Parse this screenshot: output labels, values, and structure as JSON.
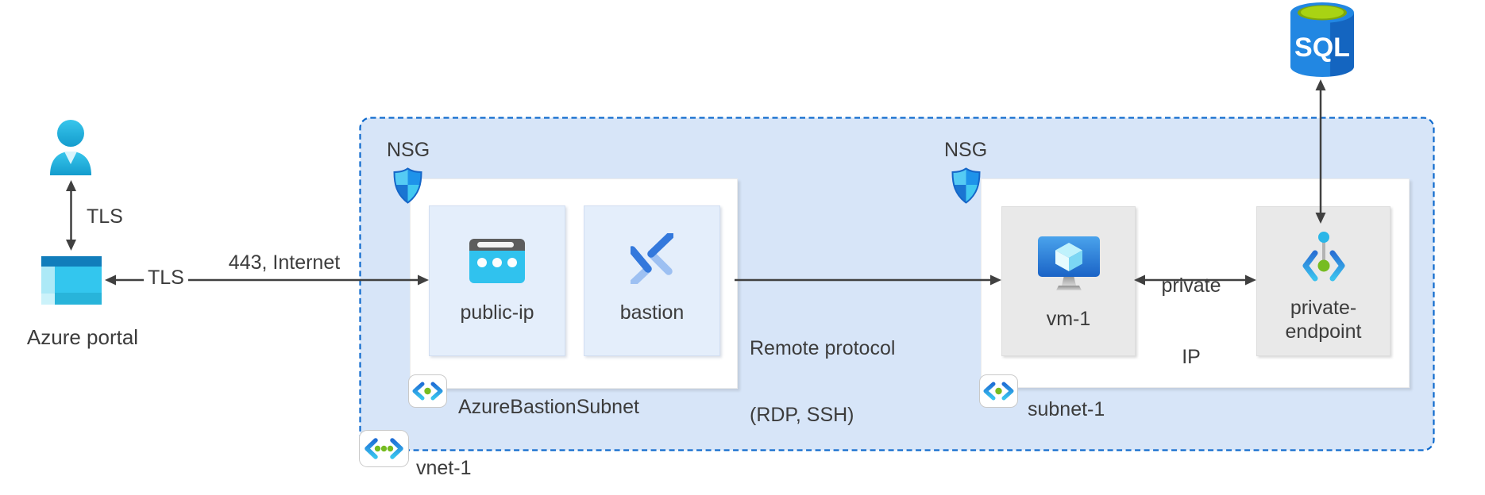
{
  "labels": {
    "azure_portal": "Azure portal",
    "tls_user_portal": "TLS",
    "tls_internet": "TLS",
    "internet_port": "443, Internet",
    "nsg_bastion": "NSG",
    "nsg_subnet1": "NSG",
    "public_ip": "public-ip",
    "bastion": "bastion",
    "azure_bastion_subnet": "AzureBastionSubnet",
    "remote_protocol_line1": "Remote protocol",
    "remote_protocol_line2": "(RDP, SSH)",
    "vm": "vm-1",
    "private_ip_line1": "private",
    "private_ip_line2": "IP",
    "private_endpoint_line1": "private-",
    "private_endpoint_line2": "endpoint",
    "subnet1": "subnet-1",
    "vnet": "vnet-1",
    "sql": "SQL"
  },
  "colors": {
    "vnet_fill": "#d7e5f8",
    "vnet_border": "#0f6acd",
    "subnet_fill": "#ffffff",
    "bastion_card_fill": "#e4eefb",
    "gray_card_fill": "#e9e9e9",
    "arrow": "#404040",
    "text": "#3c3c3c",
    "cyan_accent": "#31c3ee",
    "blue_accent": "#2a7de1",
    "green_accent": "#76bc21",
    "sql_blue": "#2287e2",
    "sql_green": "#a9d313"
  }
}
